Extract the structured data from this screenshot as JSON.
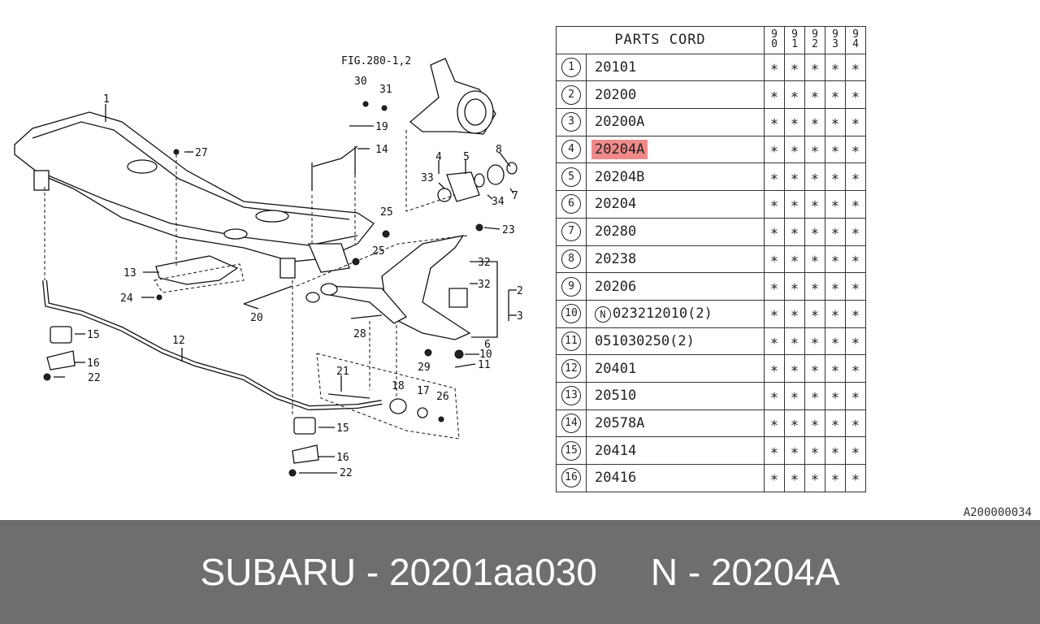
{
  "diagram": {
    "figure_ref": "FIG.280-1,2",
    "callouts": [
      "1",
      "2",
      "3",
      "4",
      "5",
      "6",
      "7",
      "8",
      "10",
      "11",
      "12",
      "13",
      "14",
      "15",
      "15",
      "16",
      "16",
      "17",
      "18",
      "19",
      "20",
      "21",
      "22",
      "22",
      "23",
      "24",
      "25",
      "25",
      "26",
      "27",
      "28",
      "29",
      "30",
      "31",
      "32",
      "32",
      "33",
      "34"
    ]
  },
  "table": {
    "header": "PARTS CORD",
    "years": [
      [
        "9",
        "0"
      ],
      [
        "9",
        "1"
      ],
      [
        "9",
        "2"
      ],
      [
        "9",
        "3"
      ],
      [
        "9",
        "4"
      ]
    ],
    "mark": "∗",
    "highlight_color": "#f08a8a",
    "rows": [
      {
        "no": "1",
        "code": "20101",
        "highlight": false
      },
      {
        "no": "2",
        "code": "20200",
        "highlight": false
      },
      {
        "no": "3",
        "code": "20200A",
        "highlight": false
      },
      {
        "no": "4",
        "code": "20204A",
        "highlight": true
      },
      {
        "no": "5",
        "code": "20204B",
        "highlight": false
      },
      {
        "no": "6",
        "code": "20204",
        "highlight": false
      },
      {
        "no": "7",
        "code": "20280",
        "highlight": false
      },
      {
        "no": "8",
        "code": "20238",
        "highlight": false
      },
      {
        "no": "9",
        "code": "20206",
        "highlight": false
      },
      {
        "no": "10",
        "prefix": "N",
        "code": "023212010(2)",
        "highlight": false
      },
      {
        "no": "11",
        "code": "051030250(2)",
        "highlight": false
      },
      {
        "no": "12",
        "code": "20401",
        "highlight": false
      },
      {
        "no": "13",
        "code": "20510",
        "highlight": false
      },
      {
        "no": "14",
        "code": "20578A",
        "highlight": false
      },
      {
        "no": "15",
        "code": "20414",
        "highlight": false
      },
      {
        "no": "16",
        "code": "20416",
        "highlight": false
      }
    ]
  },
  "document_code": "A200000034",
  "footer": {
    "left": "SUBARU - 20201aa030",
    "right": "N - 20204A",
    "background": "#6e6e6e"
  }
}
